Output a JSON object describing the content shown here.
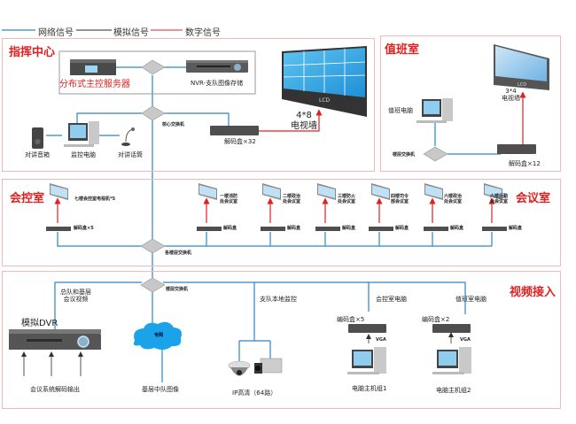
{
  "legend": {
    "network": "网络信号",
    "analog": "模拟信号",
    "digital": "数字信号",
    "colors": {
      "network": "#2a86c4",
      "analog": "#555555",
      "digital": "#e84c5a"
    }
  },
  "colors": {
    "zone_border": "#f0b8bf",
    "title": "#e02020",
    "link": "#2a86c4",
    "arrow": "#e02020",
    "cloud": "#1aa3e8"
  },
  "zones": {
    "command_center": {
      "title": "指挥中心",
      "server": "分布式主控服务器",
      "nvr": "NVR-支队图像存储",
      "switch": "核心交换机",
      "decoder": "解码盒×32",
      "tv_wall": "4*8\n电视墙",
      "lcd": "LCD",
      "speaker": "对讲音箱",
      "monitor_pc": "监控电脑",
      "mic": "对讲话筒"
    },
    "duty_room": {
      "title": "值班室",
      "pc": "值班电脑",
      "switch": "楼层交换机",
      "decoder": "解码盒×12",
      "tv_wall": "3*4\n电视墙",
      "lcd": "LCD"
    },
    "control_room": {
      "title": "会控室",
      "display": "七楼会控室电视机*5",
      "decoder": "解码盒×5",
      "switch": "各楼层交换机"
    },
    "meeting_rooms": {
      "title": "会议室",
      "rooms": [
        {
          "display": "一楼消防\n处会议室",
          "decoder": "解码盒"
        },
        {
          "display": "二楼政治\n处会议室",
          "decoder": "解码盒"
        },
        {
          "display": "三楼防火\n处会议室",
          "decoder": "解码盒"
        },
        {
          "display": "四楼司令\n部会议室",
          "decoder": "解码盒"
        },
        {
          "display": "六楼政治\n处会议室",
          "decoder": "解码盒"
        },
        {
          "display": "六楼后勤\n处会议室",
          "decoder": "解码盒"
        }
      ]
    },
    "video_access": {
      "title": "视频接入",
      "switch": "楼层交换机",
      "hq_label": "总队和基层\n会议视频",
      "dvr": "模拟DVR",
      "dvr_input": "会议系统解码输出",
      "cloud": "专网",
      "grassroots": "基层中队图像",
      "local_monitor": "支队本地监控",
      "ip_cam": "IP高清（64路）",
      "control_pc": "会控室电脑",
      "encoder1": "编码盒×5",
      "vga1": "VGA",
      "host1": "电脑主机组1",
      "duty_pc": "值班室电脑",
      "encoder2": "编码盒×2",
      "vga2": "VGA",
      "host2": "电脑主机组2"
    }
  }
}
